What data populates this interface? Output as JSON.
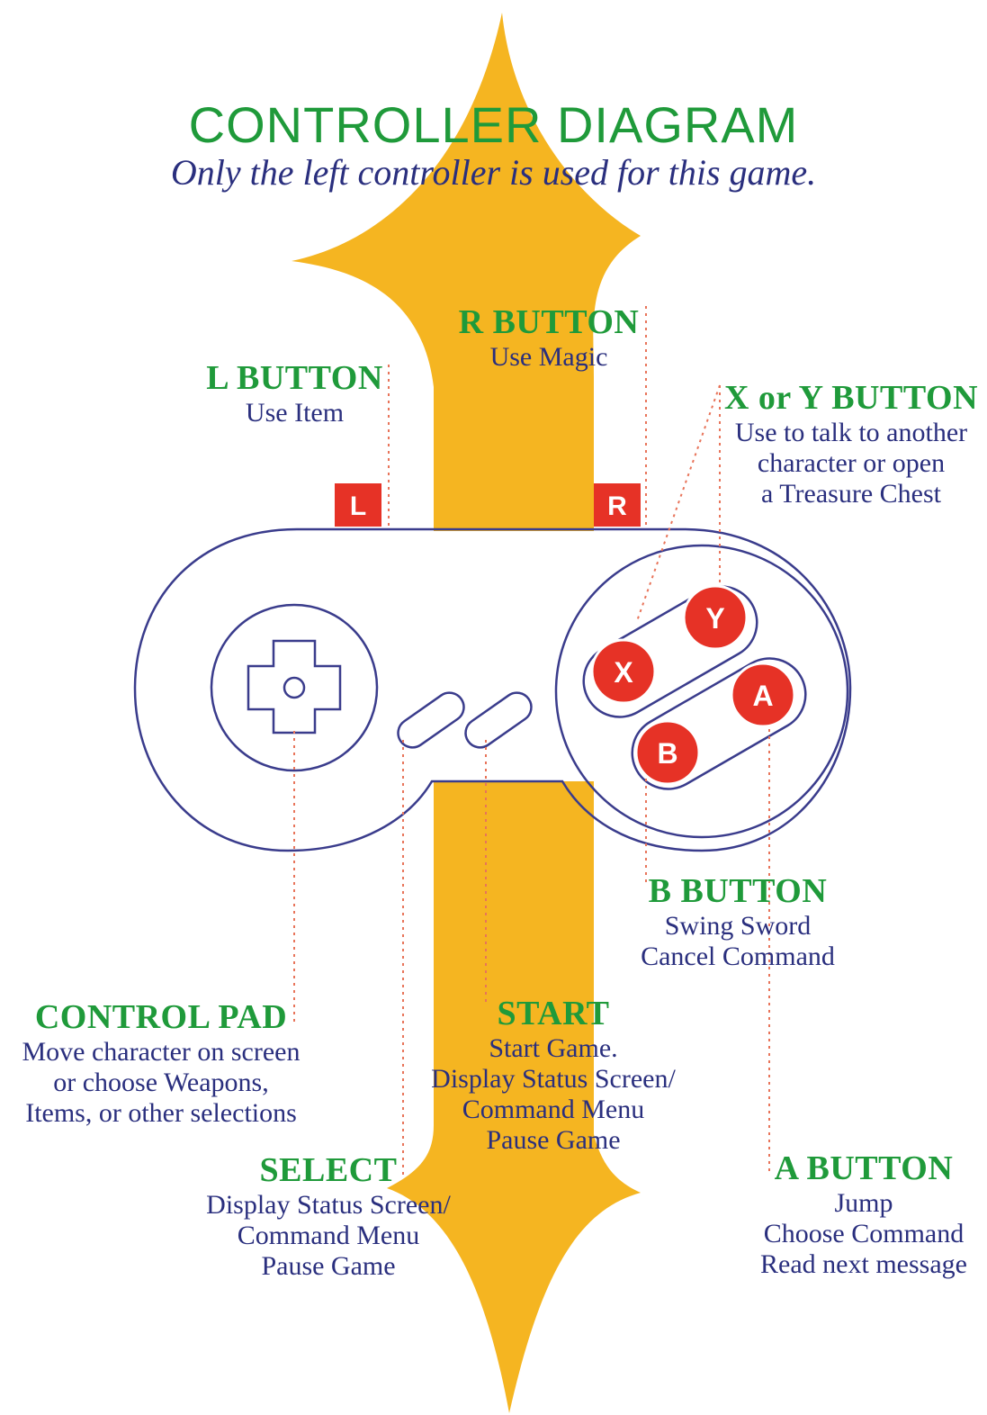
{
  "title": "CONTROLLER DIAGRAM",
  "subtitle": "Only the left controller is used for this game.",
  "colors": {
    "sword": "#f5b521",
    "heading": "#1f9a3a",
    "text": "#2a2f7e",
    "button_red": "#e63226",
    "outline": "#3a3c8c",
    "leader": "#e8745a"
  },
  "buttons": {
    "l_label": "L",
    "r_label": "R",
    "x_label": "X",
    "y_label": "Y",
    "a_label": "A",
    "b_label": "B"
  },
  "callouts": {
    "r_button": {
      "heading": "R BUTTON",
      "lines": [
        "Use Magic"
      ]
    },
    "l_button": {
      "heading": "L BUTTON",
      "lines": [
        "Use Item"
      ]
    },
    "xy_button": {
      "heading": "X or Y BUTTON",
      "lines": [
        "Use to talk to another",
        "character or open",
        "a Treasure Chest"
      ]
    },
    "b_button": {
      "heading": "B BUTTON",
      "lines": [
        "Swing Sword",
        "Cancel Command"
      ]
    },
    "control_pad": {
      "heading": "CONTROL PAD",
      "lines": [
        "Move character on screen",
        "or choose Weapons,",
        "Items, or other selections"
      ]
    },
    "start": {
      "heading": "START",
      "lines": [
        "Start Game.",
        "Display Status Screen/",
        "Command Menu",
        "Pause Game"
      ]
    },
    "select": {
      "heading": "SELECT",
      "lines": [
        "Display Status Screen/",
        "Command Menu",
        "Pause Game"
      ]
    },
    "a_button": {
      "heading": "A BUTTON",
      "lines": [
        "Jump",
        "Choose Command",
        "Read next message"
      ]
    }
  }
}
